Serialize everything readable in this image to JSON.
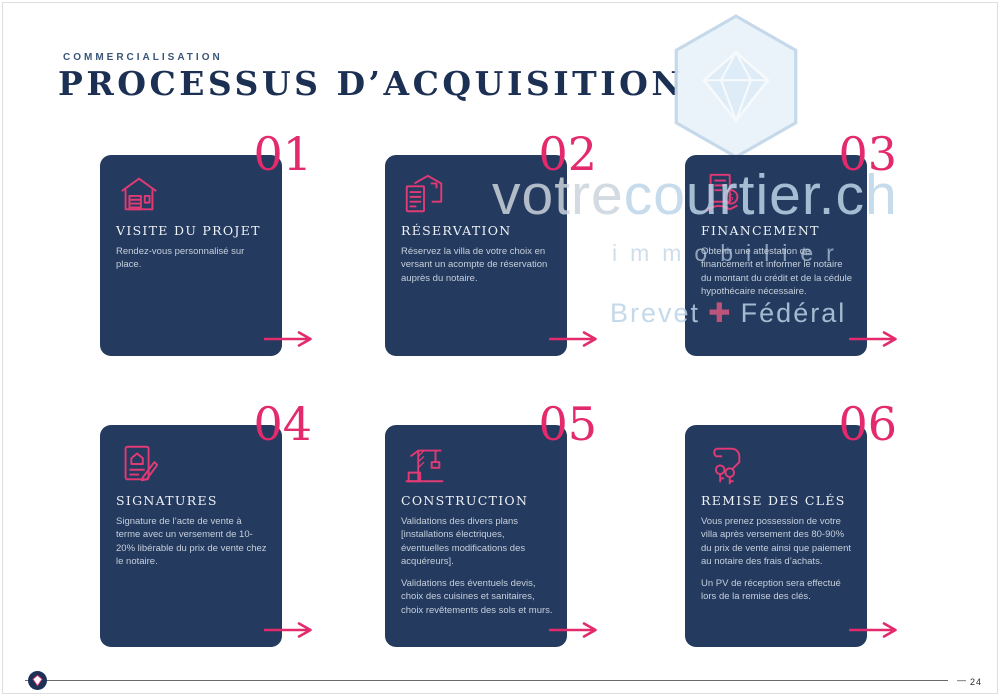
{
  "header": {
    "kicker": "COMMERCIALISATION",
    "title": "PROCESSUS D’ACQUISITION"
  },
  "watermark": {
    "brand_gray": "votre",
    "brand_blue": "courtier.ch",
    "middle": "immobilier",
    "badge_left": "Brevet",
    "badge_cross": "✚",
    "badge_right": "Fédéral"
  },
  "accent_color": "#e22a6d",
  "card_background": "#243a5e",
  "cards": [
    {
      "number": "01",
      "icon": "house-icon",
      "title": "VISITE DU PROJET",
      "paragraphs": [
        "Rendez-vous personnalisé sur place."
      ]
    },
    {
      "number": "02",
      "icon": "house-plan-icon",
      "title": "RÉSERVATION",
      "paragraphs": [
        "Réservez la villa de votre choix en versant un acompte de réservation auprès du notaire."
      ]
    },
    {
      "number": "03",
      "icon": "financing-document-icon",
      "title": "FINANCEMENT",
      "paragraphs": [
        "Obtenir une attestation de financement et informer le notaire du montant du crédit et de la cédule hypothécaire nécessaire."
      ]
    },
    {
      "number": "04",
      "icon": "signature-document-icon",
      "title": "SIGNATURES",
      "paragraphs": [
        "Signature de l’acte de vente à terme avec un versement de 10-20% libérable du prix de vente chez le notaire."
      ]
    },
    {
      "number": "05",
      "icon": "crane-icon",
      "title": "CONSTRUCTION",
      "paragraphs": [
        "Validations des divers plans [installations électriques, éventuelles modifications des acquéreurs].",
        "Validations des éventuels devis, choix des cuisines et sanitaires, choix revêtements des sols et murs."
      ]
    },
    {
      "number": "06",
      "icon": "hand-keys-icon",
      "title": "REMISE DES CLÉS",
      "paragraphs": [
        "Vous prenez possession de votre villa après versement des 80-90% du prix de vente ainsi que paiement au notaire des frais d’achats.",
        "Un PV de réception sera effectué lors de la remise des clés."
      ]
    }
  ],
  "footer": {
    "page_number": "24"
  }
}
